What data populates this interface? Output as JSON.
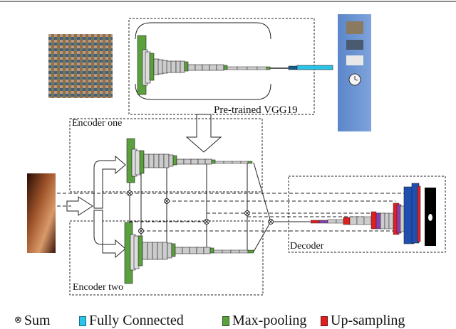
{
  "labels": {
    "vgg": "Pre-trained VGG19",
    "encoder_one": "Encoder one",
    "encoder_two": "Encoder two",
    "decoder": "Decoder"
  },
  "legend": {
    "sum_symbol": "⊗",
    "sum": "Sum",
    "fully_connected": "Fully Connected",
    "max_pooling": "Max-pooling",
    "up_sampling": "Up-sampling"
  },
  "colors": {
    "max_pooling": "#5aa03c",
    "fully_connected": "#29c4e8",
    "up_sampling": "#e02020",
    "output_panel": "#6b93d0",
    "decoder_blue": "#1f4fb0",
    "decoder_purple": "#8a3fb0"
  }
}
